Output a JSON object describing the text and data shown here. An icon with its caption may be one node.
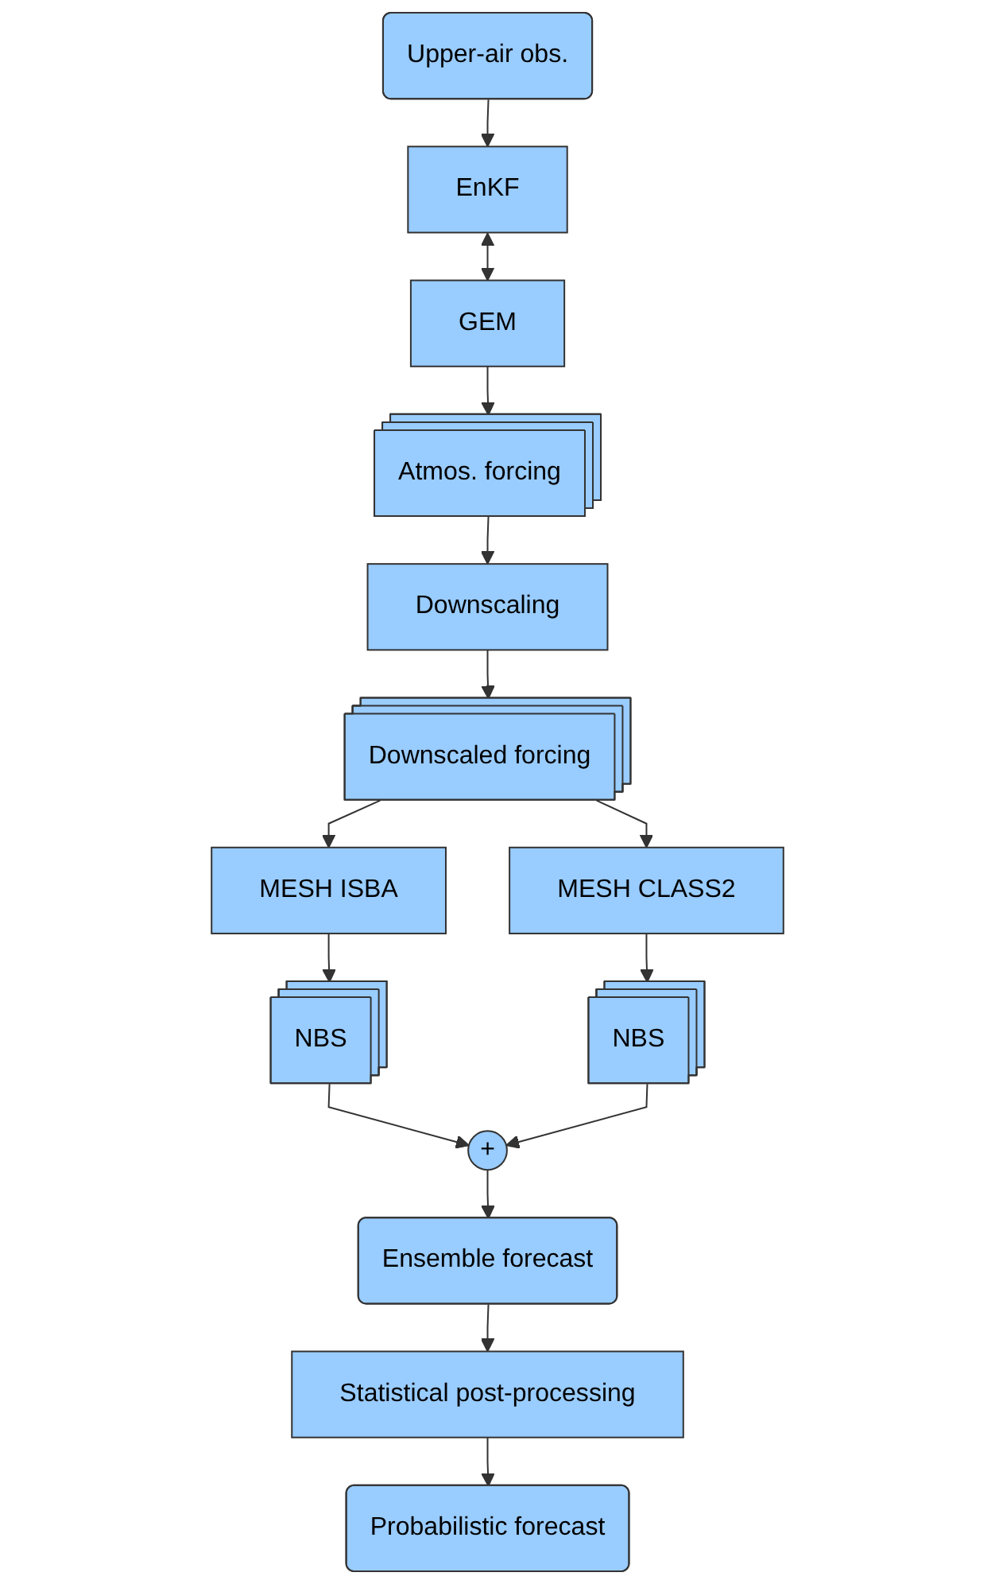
{
  "diagram": {
    "nodes": [
      {
        "text": [
          "Upper-air obs."
        ]
      },
      {
        "text": [
          "EnKF"
        ]
      },
      {
        "text": [
          "GEM"
        ]
      },
      {
        "text": [
          "Atmos. forcing"
        ]
      },
      {
        "text": [
          "Downscaling"
        ]
      },
      {
        "text": [
          "Downscaled forcing"
        ]
      },
      {
        "text": [
          "MESH ISBA"
        ]
      },
      {
        "text": [
          "MESH CLASS2"
        ]
      },
      {
        "text": [
          "NBS"
        ]
      },
      {
        "text": [
          "+"
        ]
      },
      {
        "text": [
          "NBS"
        ]
      },
      {
        "text": [
          "Ensemble forecast"
        ]
      },
      {
        "text": [
          "Statistical post-processing"
        ]
      },
      {
        "text": [
          "Probabilistic forecast"
        ]
      }
    ],
    "edges": [
      {
        "from": 0,
        "to": 1,
        "arrow": "to"
      },
      {
        "from": 1,
        "to": 2,
        "arrow": "both"
      },
      {
        "from": 2,
        "to": 3,
        "arrow": "to"
      },
      {
        "from": 3,
        "to": 4,
        "arrow": "to"
      },
      {
        "from": 4,
        "to": 5,
        "arrow": "to"
      },
      {
        "from": 5,
        "to": 6,
        "arrow": "to"
      },
      {
        "from": 5,
        "to": 7,
        "arrow": "to"
      },
      {
        "from": 6,
        "to": 8,
        "arrow": "to"
      },
      {
        "from": 7,
        "to": 10,
        "arrow": "to"
      },
      {
        "from": 8,
        "to": 9,
        "arrow": "to"
      },
      {
        "from": 10,
        "to": 9,
        "arrow": "to"
      },
      {
        "from": 9,
        "to": 11,
        "arrow": "to"
      },
      {
        "from": 11,
        "to": 12,
        "arrow": "to"
      },
      {
        "from": 12,
        "to": 13,
        "arrow": "to"
      }
    ]
  }
}
